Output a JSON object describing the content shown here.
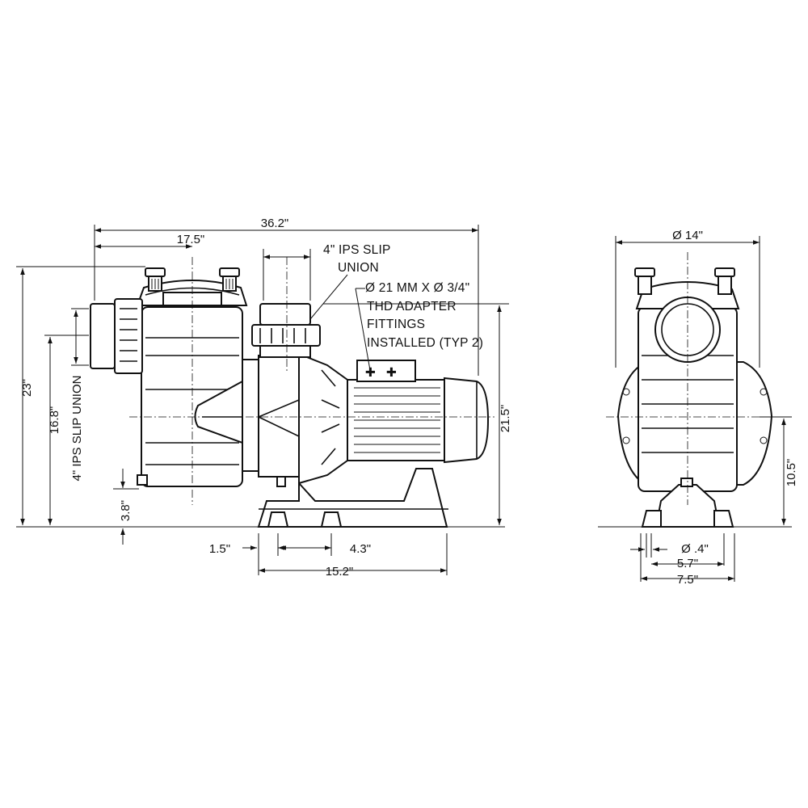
{
  "dimensions": {
    "overall_length": "36.2\"",
    "strainer_to_inlet": "17.5\"",
    "overall_height": "23\"",
    "inlet_height": "16.8\"",
    "drain_height": "3.8\"",
    "outlet_height": "21.5\"",
    "foot_offset": "1.5\"",
    "foot_spacing": "4.3\"",
    "base_length": "15.2\"",
    "end_width": "Ø 14\"",
    "shaft_height": "10.5\"",
    "bolt_hole": "Ø .4\"",
    "foot_inner_width": "5.7\"",
    "foot_outer_width": "7.5\""
  },
  "labels": {
    "inlet_union": "4\" IPS SLIP UNION",
    "outlet_union_line1": "4\" IPS SLIP",
    "outlet_union_line2": "UNION",
    "adapter_line1": "Ø 21 MM X Ø 3/4\"",
    "adapter_line2": "THD ADAPTER",
    "adapter_line3": "FITTINGS",
    "adapter_line4": "INSTALLED (TYP 2)"
  }
}
